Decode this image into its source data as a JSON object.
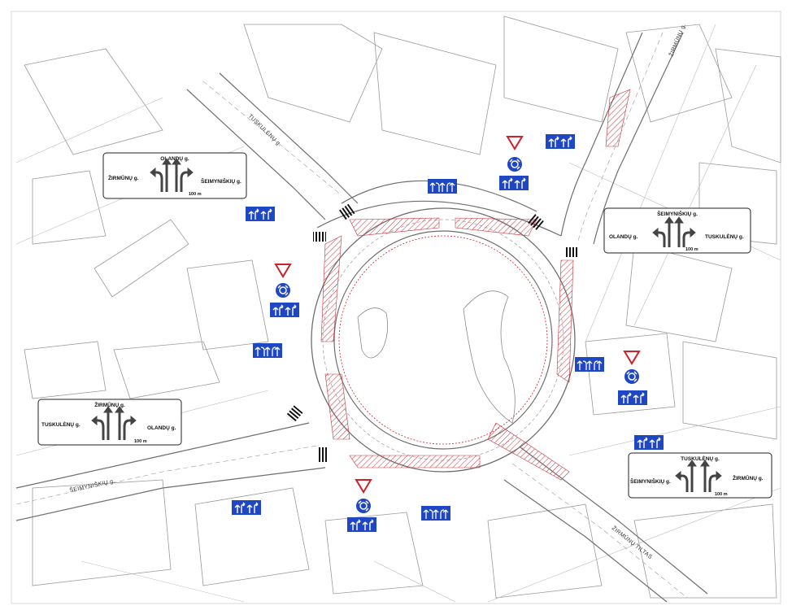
{
  "streets": {
    "tuskulenu": "TUSKULĖNŲ g.",
    "zirmunu": "ŽIRMŪNŲ g.",
    "seimyniskiu": "ŠEIMYNIŠKIŲ g.",
    "zirmunu_tiltas": "ŽIRMŪNŲ TILTAS"
  },
  "direction_signs": [
    {
      "top": "OLANDŲ g.",
      "left": "ŽIRMŪNŲ g.",
      "right": "ŠEIMYNIŠKIŲ g.",
      "distance": "100 m"
    },
    {
      "top": "ŠEIMYNIŠKIŲ g.",
      "left": "OLANDŲ g.",
      "right": "TUSKULĖNŲ g.",
      "distance": "100 m"
    },
    {
      "top": "ŽIRMŪNŲ g.",
      "left": "TUSKULĖNŲ g.",
      "right": "OLANDŲ g.",
      "distance": "100 m"
    },
    {
      "top": "TUSKULĖNŲ g.",
      "left": "ŠEIMYNIŠKIŲ g.",
      "right": "ŽIRMŪNŲ g.",
      "distance": "100 m"
    }
  ],
  "colors": {
    "sign_blue": "#1f47c4",
    "yield_red": "#d0202a",
    "hatch_red": "#c8323c",
    "line": "#8a8a8a"
  },
  "icons": [
    "yield-sign-icon",
    "roundabout-sign-icon",
    "lane-direction-sign-icon",
    "crosswalk-icon"
  ]
}
